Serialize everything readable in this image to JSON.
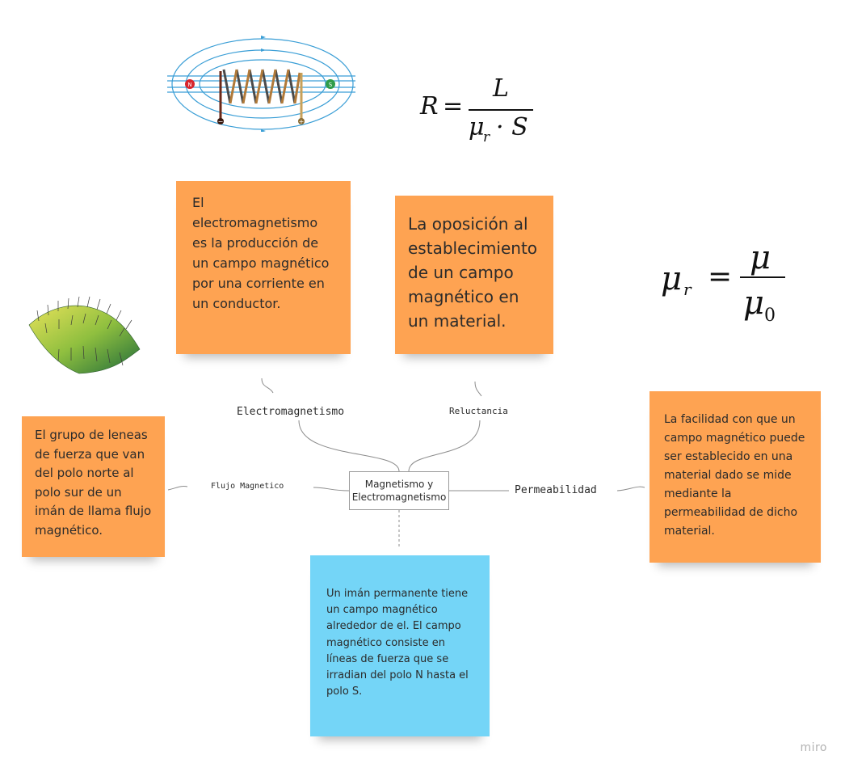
{
  "center_node": "Magnetismo y\nElectromagnetismo",
  "branches": {
    "electromagnetismo": "Electromagnetismo",
    "reluctancia": "Reluctancia",
    "flujo": "Flujo Magnetico",
    "permeabilidad": "Permeabilidad"
  },
  "notes": {
    "electromagnetismo": "El electromagnetismo es la producción de un campo magnético por una corriente en un conductor.",
    "reluctancia": "La oposición al establecimiento de un campo magnético en un material.",
    "flujo": "El grupo de leneas de fuerza que van del polo norte al polo sur de un imán de llama flujo magnético.",
    "permeabilidad": "La facilidad con que un campo magnético puede ser establecido en una material dado se mide mediante la permeabilidad de dicho material.",
    "iman": "Un imán permanente tiene un campo magnético alrededor de el. El campo magnético consiste en líneas de fuerza que se irradian del polo N hasta el polo S."
  },
  "formula_reluctance": {
    "lhs": "R",
    "eq": "=",
    "numerator": "L",
    "den_mu": "μ",
    "den_sub": "r",
    "den_rest": "· S"
  },
  "formula_permeability": {
    "mu": "μ",
    "sub": "r",
    "eq": "=",
    "numerator": "μ",
    "den_mu": "μ",
    "den_sub": "0"
  },
  "coil": {
    "north_label": "N",
    "south_label": "S",
    "minus_label": "−",
    "plus_label": "+"
  },
  "colors": {
    "orange_note": "#fea352",
    "blue_note": "#74d5f7",
    "field_lines": "#3a9ed6",
    "coil": "#4a4a4a",
    "north": "#d7262d",
    "south": "#2e9c4a"
  },
  "watermark": "miro"
}
